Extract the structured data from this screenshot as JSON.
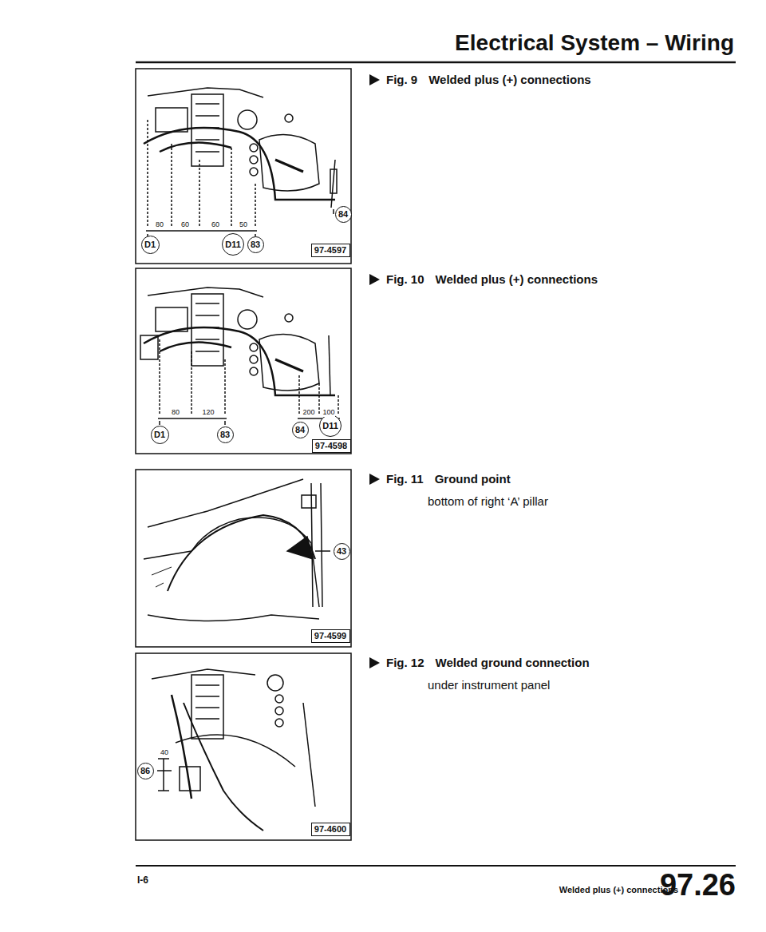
{
  "diagram": {
    "title": "Electrical System – Wiring",
    "nodes": [
      {
        "text": [
          "84"
        ]
      },
      {
        "text": [
          "D1"
        ]
      },
      {
        "text": [
          "D11"
        ]
      },
      {
        "text": [
          "83"
        ]
      },
      {
        "text": [
          "97-4597"
        ]
      },
      {
        "text": [
          "D1"
        ]
      },
      {
        "text": [
          "83"
        ]
      },
      {
        "text": [
          "84"
        ]
      },
      {
        "text": [
          "D11"
        ]
      },
      {
        "text": [
          "97-4598"
        ]
      },
      {
        "text": [
          "43"
        ]
      },
      {
        "text": [
          "97-4599"
        ]
      },
      {
        "text": [
          "86"
        ]
      },
      {
        "text": [
          "97-4600"
        ]
      }
    ],
    "labels": [
      "Fig. 9",
      "Welded plus (+) connections",
      "80",
      "60",
      "60",
      "50",
      "Fig. 10",
      "Welded plus (+) connections",
      "80",
      "120",
      "200",
      "100",
      "Fig. 11",
      "Ground point",
      "bottom of right ‘A’ pillar",
      "Fig. 12",
      "Welded ground connection",
      "under instrument panel",
      "40",
      "I-6",
      "Welded plus (+) connections",
      "97.26"
    ]
  }
}
